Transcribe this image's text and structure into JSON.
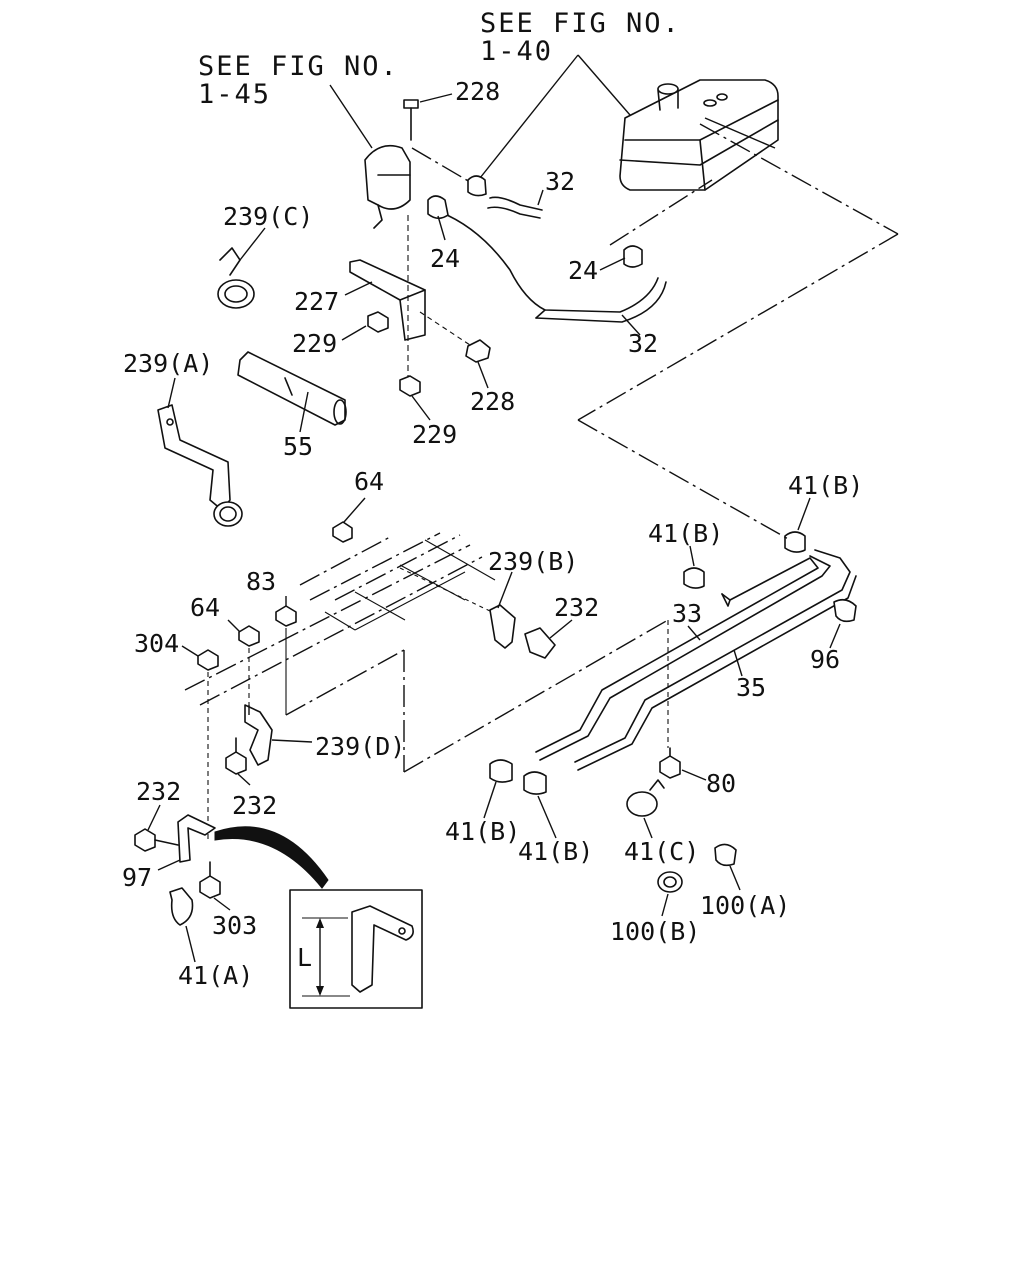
{
  "notes": {
    "fig_1_40_line1": "SEE FIG NO.",
    "fig_1_40_line2": "1-40",
    "fig_1_45_line1": "SEE FIG NO.",
    "fig_1_45_line2": "1-45"
  },
  "labels": {
    "p228_top": "228",
    "p32_top": "32",
    "p24_left": "24",
    "p24_right": "24",
    "p32_bottom": "32",
    "p239c": "239(C)",
    "p227": "227",
    "p229_upper": "229",
    "p228_lower": "228",
    "p229_lower": "229",
    "p239a": "239(A)",
    "p55": "55",
    "p64_top": "64",
    "p83": "83",
    "p64_left": "64",
    "p304": "304",
    "p239b": "239(B)",
    "p232_right": "232",
    "p41b_top": "41(B)",
    "p41b_mid": "41(B)",
    "p33": "33",
    "p35": "35",
    "p96": "96",
    "p239d": "239(D)",
    "p232_mid": "232",
    "p232_left": "232",
    "p97": "97",
    "p303": "303",
    "p41a": "41(A)",
    "p41b_low1": "41(B)",
    "p41b_low2": "41(B)",
    "p80": "80",
    "p41c": "41(C)",
    "p100a": "100(A)",
    "p100b": "100(B)",
    "detail_L": "L"
  }
}
